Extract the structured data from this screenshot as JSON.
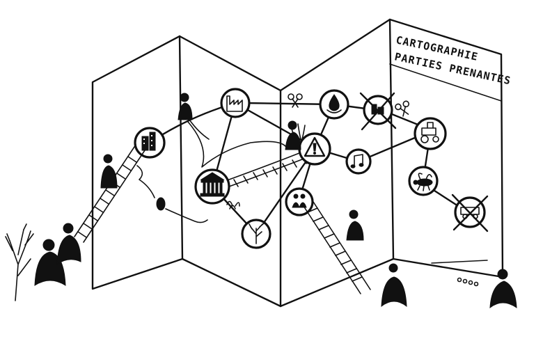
{
  "map_title": {
    "line1": "CARTOGRAPHIE",
    "line2": "PARTIES PRENANTES"
  },
  "nodes": [
    {
      "id": "city",
      "icon": "buildings-icon"
    },
    {
      "id": "factory",
      "icon": "factory-icon"
    },
    {
      "id": "parliament",
      "icon": "government-building-icon"
    },
    {
      "id": "tree",
      "icon": "tree-icon"
    },
    {
      "id": "water",
      "icon": "water-drop-icon"
    },
    {
      "id": "warning",
      "icon": "warning-sign-icon"
    },
    {
      "id": "music",
      "icon": "music-note-icon"
    },
    {
      "id": "people",
      "icon": "people-icon"
    },
    {
      "id": "crossed-group",
      "icon": "crossed-out-group-icon"
    },
    {
      "id": "tractor",
      "icon": "tractor-icon"
    },
    {
      "id": "bee",
      "icon": "bee-icon"
    },
    {
      "id": "crossed-vehicle",
      "icon": "crossed-out-vehicle-icon"
    }
  ],
  "colors": {
    "ink": "#111111",
    "paper": "#ffffff"
  }
}
